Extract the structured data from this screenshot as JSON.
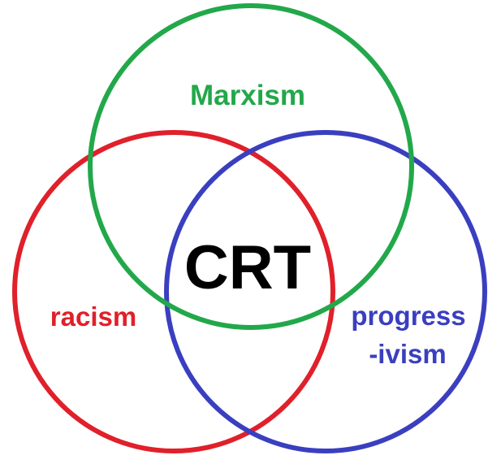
{
  "diagram": {
    "type": "venn",
    "sets": [
      {
        "label": "Marxism",
        "color": "#22a84a"
      },
      {
        "label": "racism",
        "color": "#e0202a"
      },
      {
        "label": "progress",
        "label_line2": "-ivism",
        "color": "#3a3fc0"
      }
    ],
    "intersection": {
      "label": "CRT",
      "color": "#000000"
    }
  }
}
